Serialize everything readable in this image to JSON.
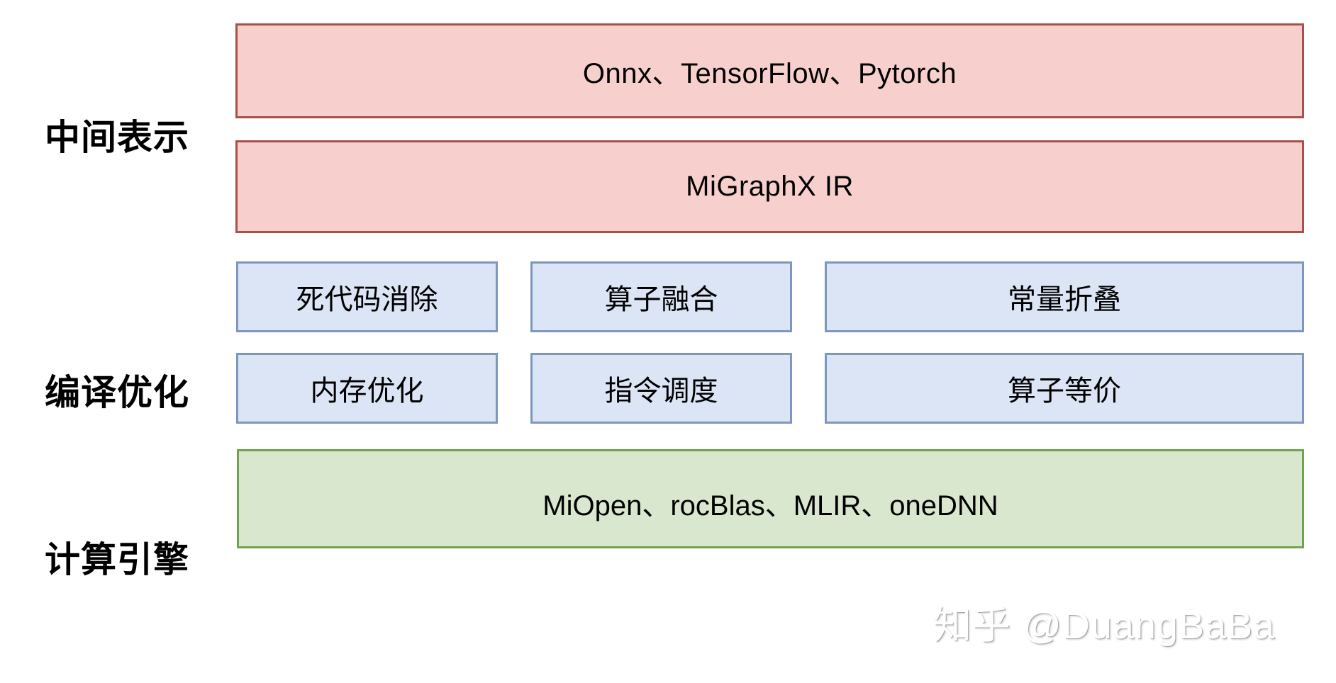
{
  "diagram": {
    "title": "MiGraphX compiler stack layers",
    "colors": {
      "red_fill": "#f7d0ce",
      "red_border": "#ab4f4b",
      "blue_fill": "#dbe5f5",
      "blue_border": "#7d97bf",
      "green_fill": "#d8e7cd",
      "green_border": "#6fa34c",
      "text": "#000000",
      "background": "#ffffff"
    },
    "stages": [
      {
        "key": "ir",
        "label": "中间表示"
      },
      {
        "key": "opt",
        "label": "编译优化"
      },
      {
        "key": "engine",
        "label": "计算引擎"
      }
    ],
    "boxes": {
      "frameworks": "Onnx、TensorFlow、Pytorch",
      "migraphx_ir": "MiGraphX IR",
      "opt_row1": [
        "死代码消除",
        "算子融合",
        "常量折叠"
      ],
      "opt_row2": [
        "内存优化",
        "指令调度",
        "算子等价"
      ],
      "engine_libs": "MiOpen、rocBlas、MLIR、oneDNN"
    }
  },
  "watermark": {
    "text": "知乎 @DuangBaBa"
  }
}
